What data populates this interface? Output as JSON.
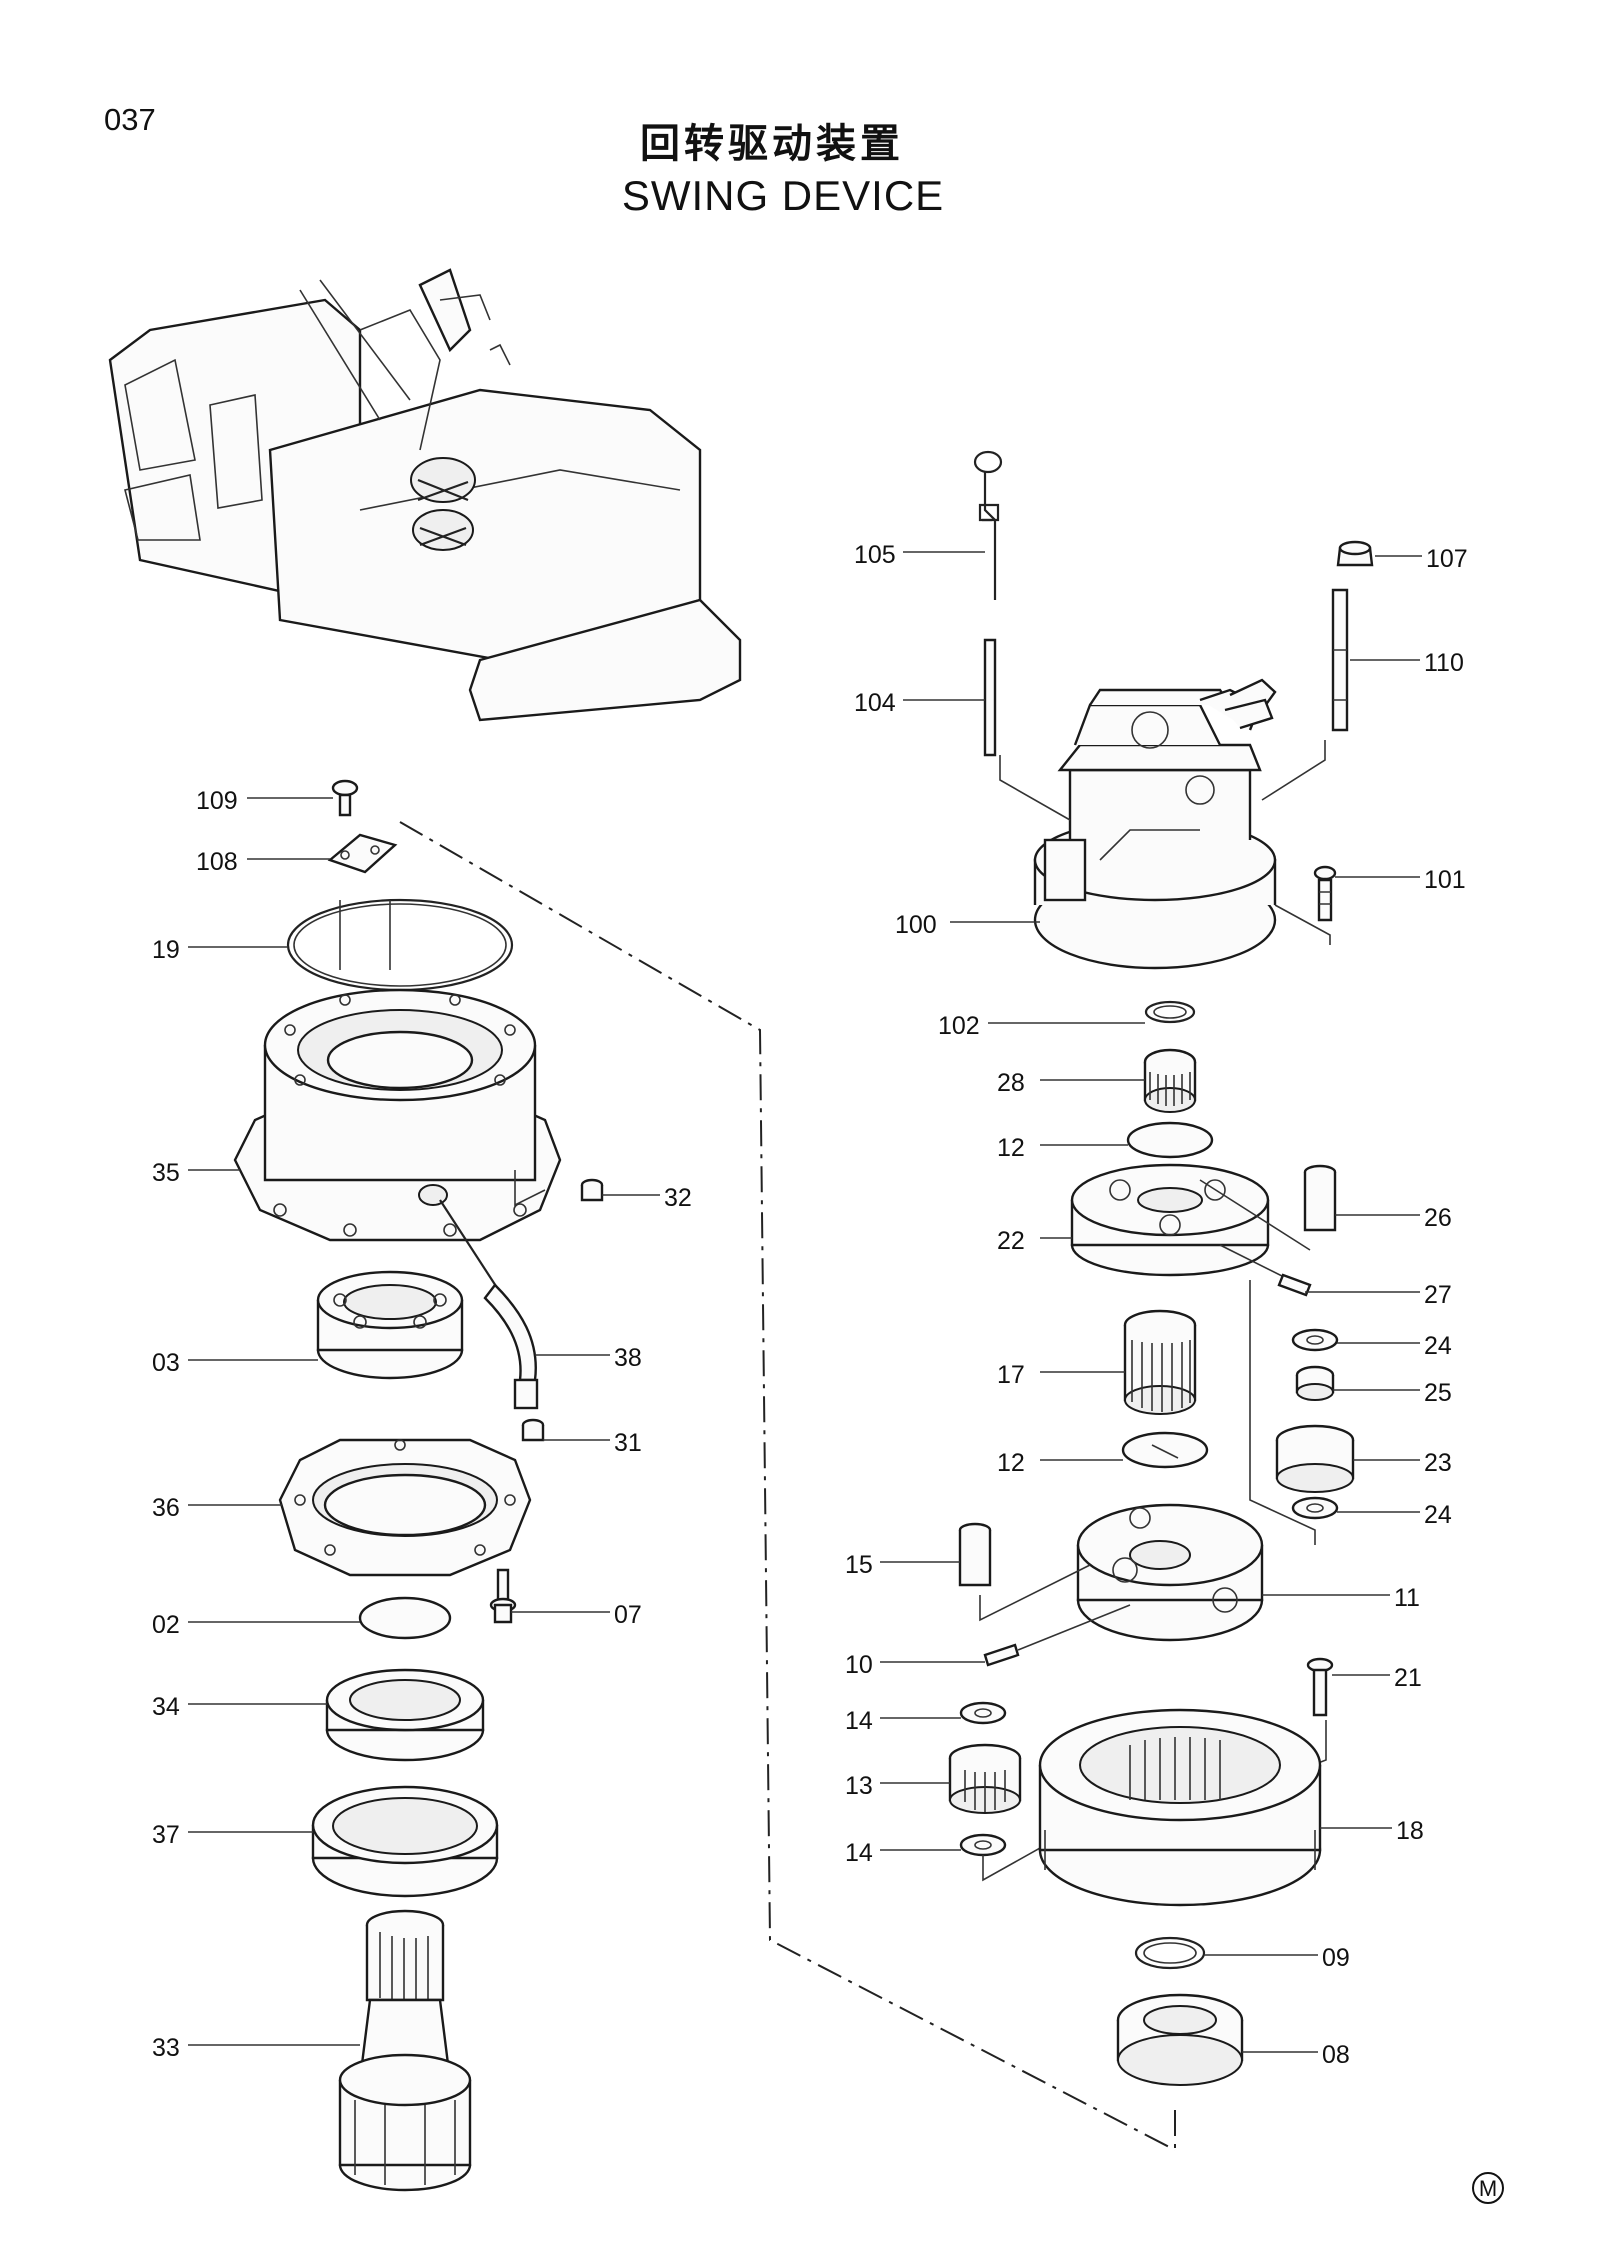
{
  "page": {
    "number": "037",
    "title_cn": "回转驱动装置",
    "title_en": "SWING DEVICE",
    "mark": "M"
  },
  "callouts": {
    "c105": "105",
    "c107": "107",
    "c110": "110",
    "c104": "104",
    "c101": "101",
    "c100": "100",
    "c102": "102",
    "c28": "28",
    "c12a": "12",
    "c26": "26",
    "c22": "22",
    "c27": "27",
    "c24a": "24",
    "c25": "25",
    "c17": "17",
    "c12b": "12",
    "c23": "23",
    "c24b": "24",
    "c15": "15",
    "c11": "11",
    "c10": "10",
    "c21": "21",
    "c14a": "14",
    "c13": "13",
    "c14b": "14",
    "c18": "18",
    "c09": "09",
    "c08": "08",
    "c109": "109",
    "c108": "108",
    "c19": "19",
    "c35": "35",
    "c32": "32",
    "c03": "03",
    "c38": "38",
    "c31": "31",
    "c36": "36",
    "c07": "07",
    "c02": "02",
    "c34": "34",
    "c37": "37",
    "c33": "33"
  }
}
